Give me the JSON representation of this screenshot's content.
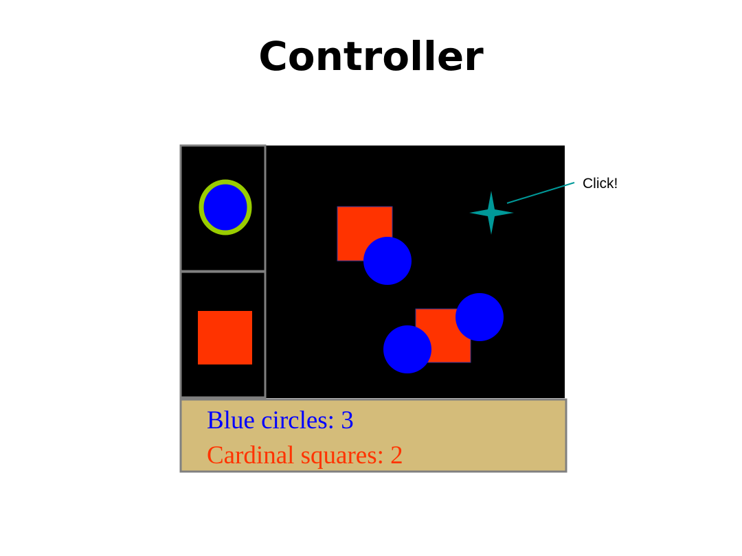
{
  "title": "Controller",
  "callout": {
    "label": "Click!"
  },
  "status": {
    "blue_circles": "Blue circles: 3",
    "cardinal_squares": "Cardinal squares: 2"
  },
  "colors": {
    "canvas": "#000000",
    "circle": "#0000ff",
    "square": "#ff3300",
    "selection_ring": "#99cc00",
    "star": "#009999",
    "status_bg": "#d4bc7a",
    "border": "#808080"
  }
}
